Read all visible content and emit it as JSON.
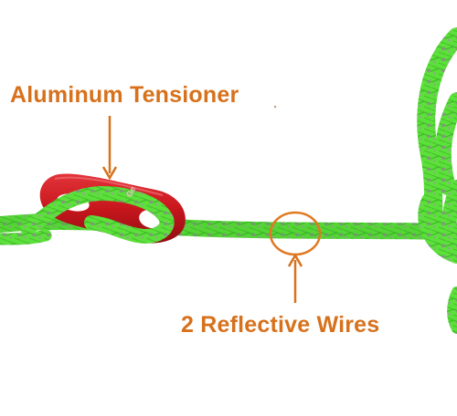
{
  "labels": {
    "tensioner": "Aluminum Tensioner",
    "reflective": "2 Reflective Wires"
  },
  "brand_mark": "Ge",
  "colors": {
    "label_text": "#d7711c",
    "arrow": "#d7711c",
    "rope_green": "#5ce03a",
    "rope_dark": "#2f9c22",
    "reflective_gray": "#8b8f8a",
    "tensioner_red": "#c8161d",
    "highlight_circle": "#e07a22"
  }
}
